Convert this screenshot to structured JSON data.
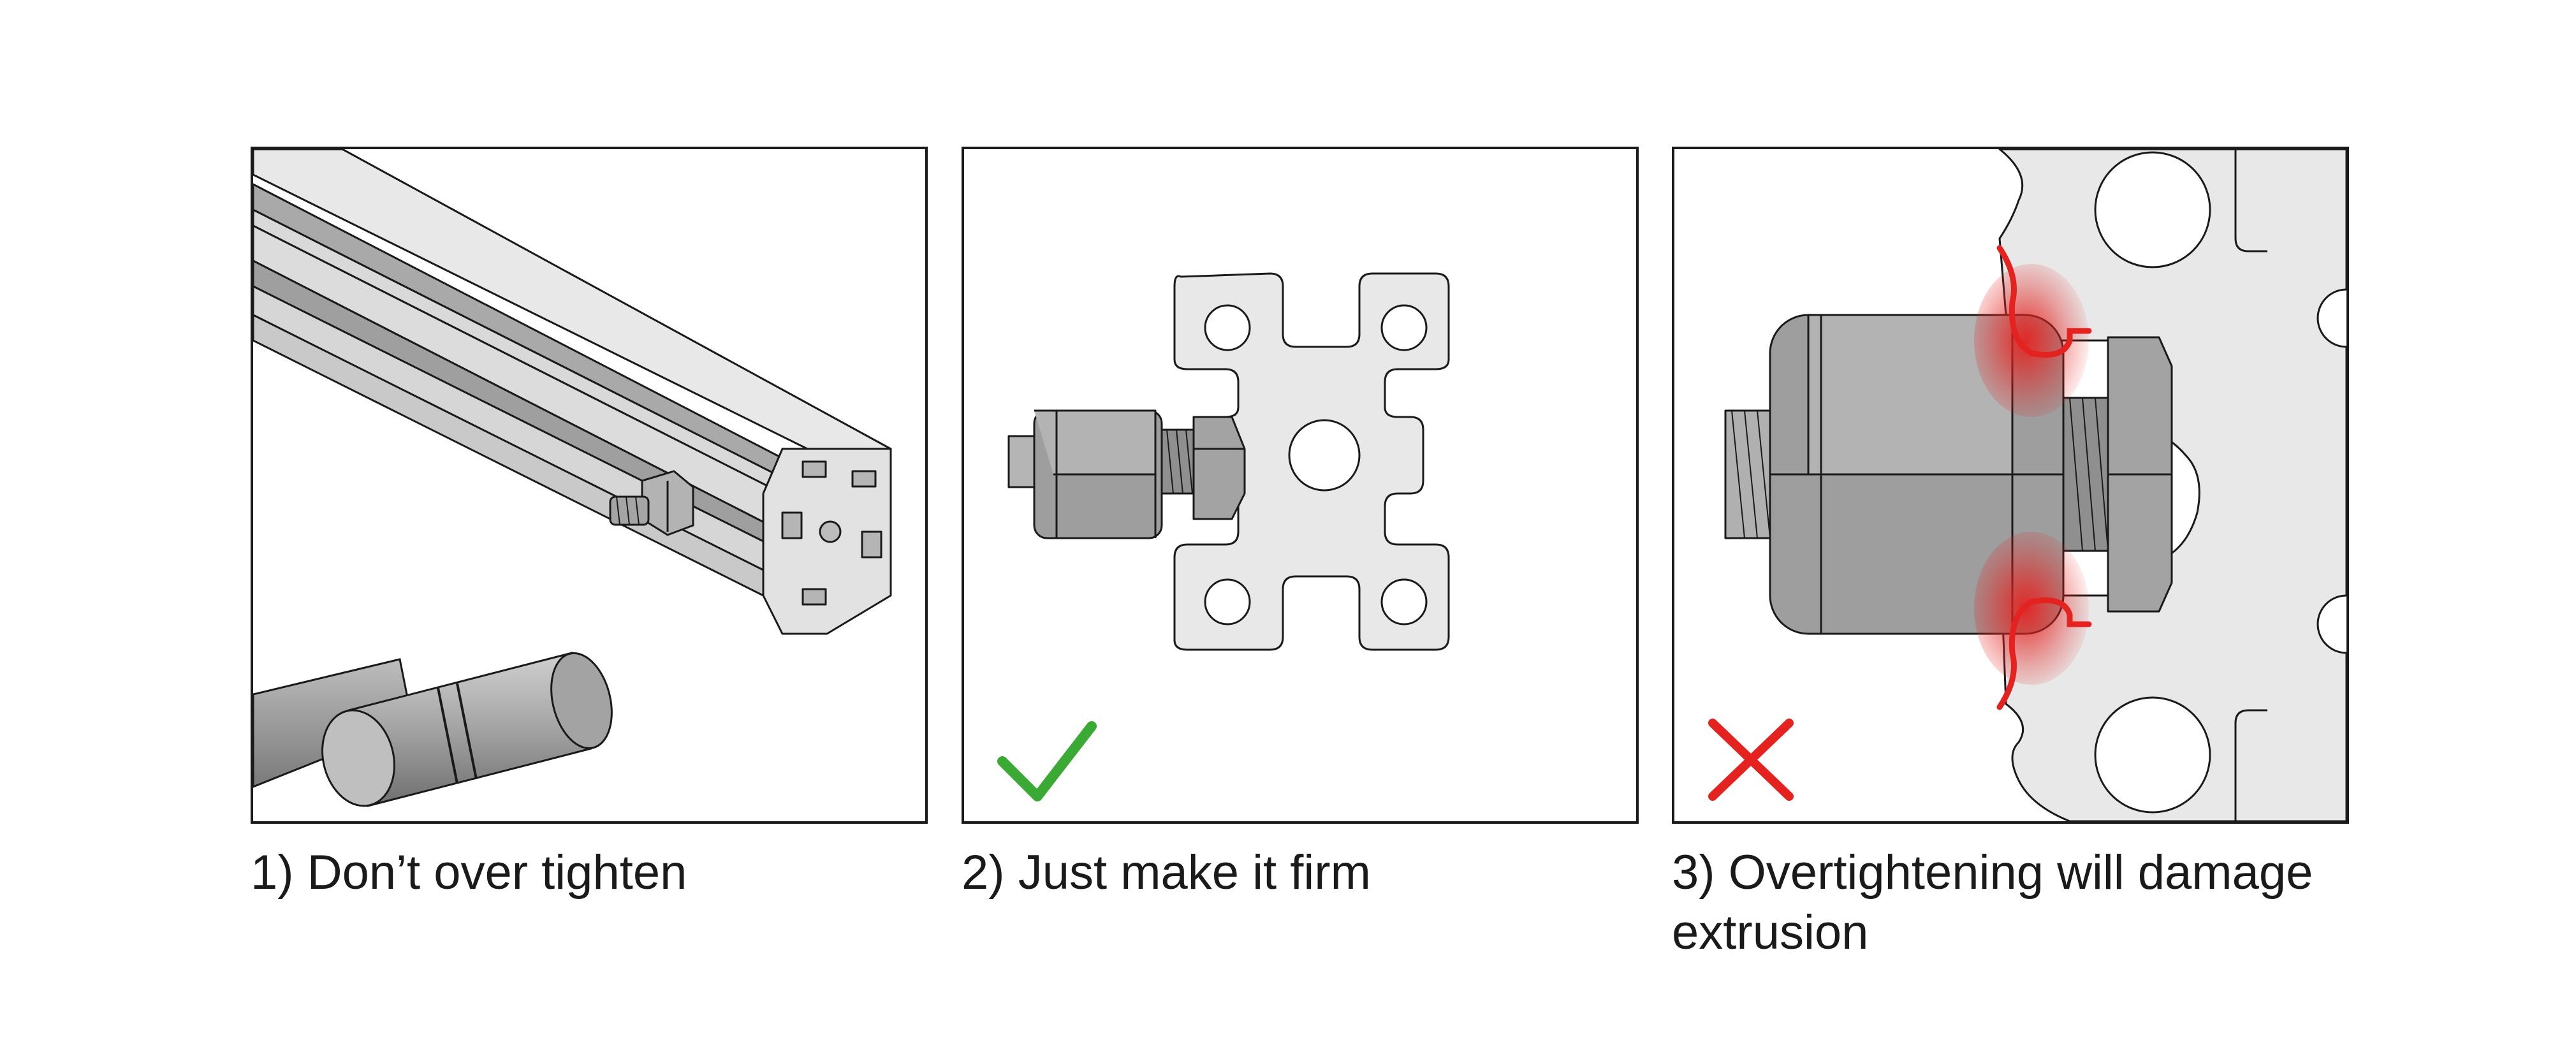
{
  "steps": [
    {
      "caption": "1) Don’t over tighten",
      "verdict": "none"
    },
    {
      "caption": "2) Just make it firm",
      "verdict": "correct"
    },
    {
      "caption": "3) Overtightening will damage extrusion",
      "verdict": "incorrect"
    }
  ],
  "icons": {
    "correct": "check-mark-icon",
    "incorrect": "cross-mark-icon"
  },
  "colors": {
    "frame": "#1a1a1a",
    "aluminum_light": "#e6e6e6",
    "aluminum_mid": "#c4c4c4",
    "steel_dark": "#9e9e9e",
    "check_green": "#3aaa35",
    "cross_red": "#e42320",
    "damage_red": "#e42320"
  }
}
